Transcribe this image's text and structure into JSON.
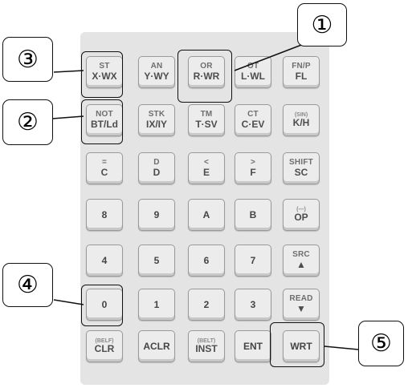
{
  "callouts": {
    "c1": "①",
    "c2": "②",
    "c3": "③",
    "c4": "④",
    "c5": "⑤"
  },
  "keypad": {
    "rows": [
      [
        {
          "top": "ST",
          "bottom": "X·WX"
        },
        {
          "top": "AN",
          "bottom": "Y·WY"
        },
        {
          "top": "OR",
          "bottom": "R·WR"
        },
        {
          "top": "OT",
          "bottom": "L·WL"
        },
        {
          "top": "FN/P",
          "bottom": "FL"
        }
      ],
      [
        {
          "top": "NOT",
          "bottom": "BT/Ld"
        },
        {
          "top": "STK",
          "bottom": "IX/IY"
        },
        {
          "top": "TM",
          "bottom": "T·SV"
        },
        {
          "top": "CT",
          "bottom": "C·EV"
        },
        {
          "top": "(SIN)",
          "bottom": "K/H"
        }
      ],
      [
        {
          "top": "=",
          "bottom": "C"
        },
        {
          "top": "D",
          "bottom": "D"
        },
        {
          "top": "<",
          "bottom": "E"
        },
        {
          "top": ">",
          "bottom": "F"
        },
        {
          "top": "SHIFT",
          "bottom": "SC"
        }
      ],
      [
        {
          "label": "8"
        },
        {
          "label": "9"
        },
        {
          "label": "A"
        },
        {
          "label": "B"
        },
        {
          "top": "(—)",
          "bottom": "OP"
        }
      ],
      [
        {
          "label": "4"
        },
        {
          "label": "5"
        },
        {
          "label": "6"
        },
        {
          "label": "7"
        },
        {
          "top": "SRC",
          "bottom": "▲"
        }
      ],
      [
        {
          "label": "0"
        },
        {
          "label": "1"
        },
        {
          "label": "2"
        },
        {
          "label": "3"
        },
        {
          "top": "READ",
          "bottom": "▼"
        }
      ],
      [
        {
          "top": "(BELF)",
          "bottom": "CLR"
        },
        {
          "label": "ACLR"
        },
        {
          "top": "(BELT)",
          "bottom": "INST"
        },
        {
          "label": "ENT"
        },
        {
          "label": "WRT"
        }
      ]
    ]
  }
}
